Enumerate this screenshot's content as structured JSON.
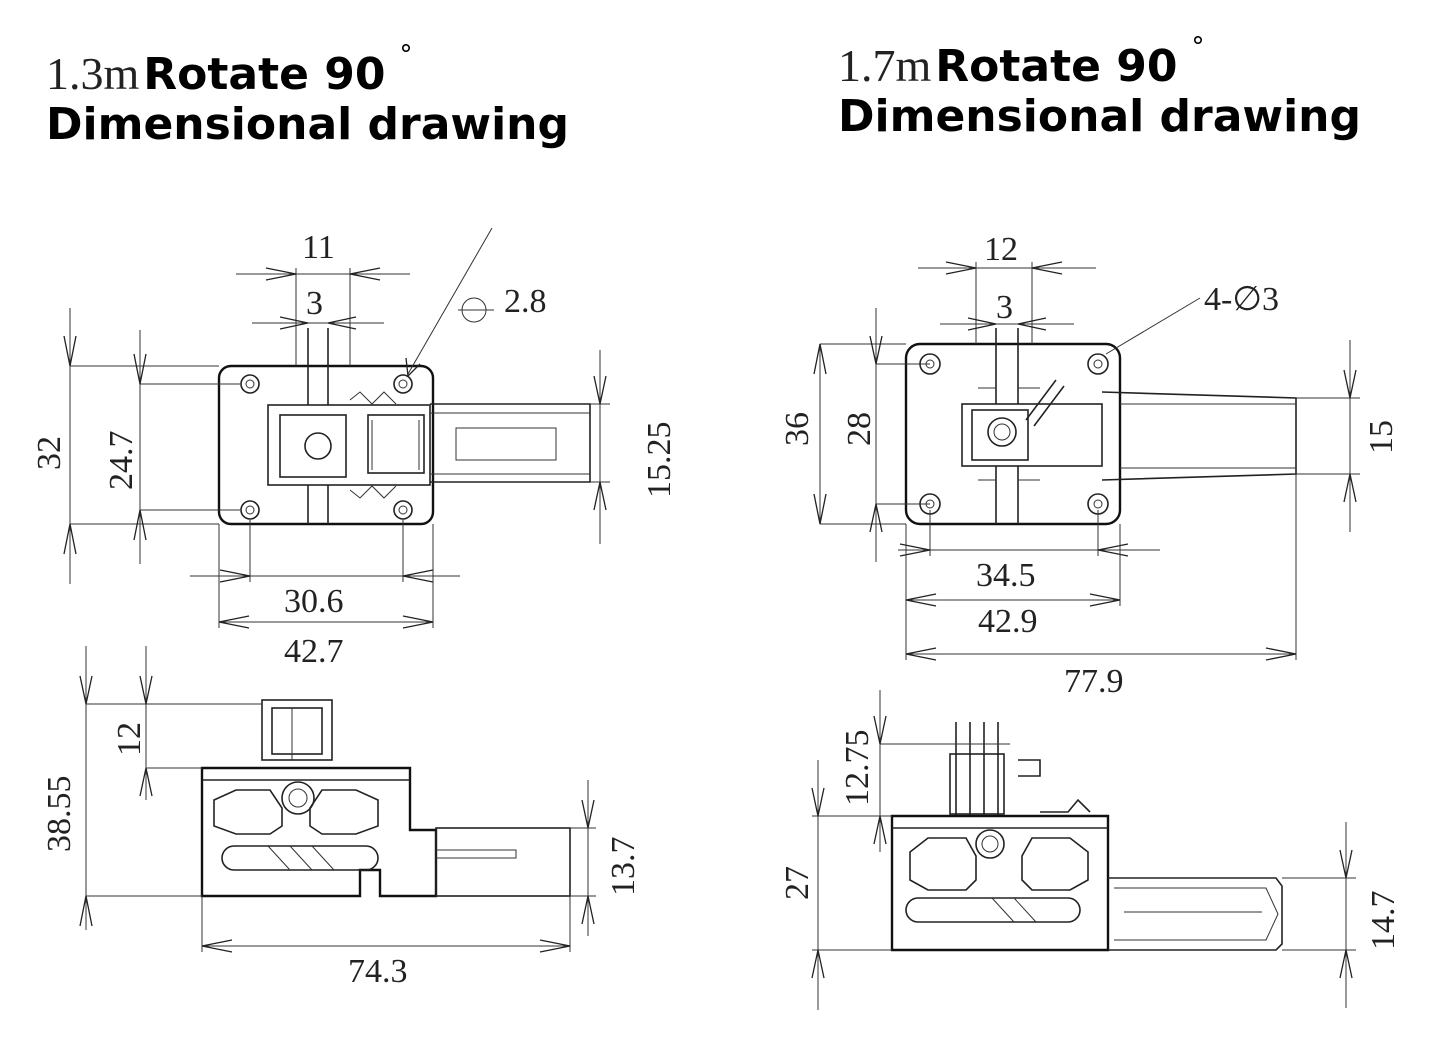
{
  "titles": {
    "left": {
      "size": "1.3m",
      "rotate": "Rotate 90",
      "degree": "°",
      "subtitle": "Dimensional drawing"
    },
    "right": {
      "size": "1.7m",
      "rotate": "Rotate 90",
      "degree": "°",
      "subtitle": "Dimensional drawing"
    }
  },
  "left_top": {
    "dim_11": "11",
    "dim_3": "3",
    "hole": "2.8",
    "dim_32": "32",
    "dim_24_7": "24.7",
    "dim_15_25": "15.25",
    "dim_30_6": "30.6",
    "dim_42_7": "42.7"
  },
  "left_bottom": {
    "dim_12": "12",
    "dim_38_55": "38.55",
    "dim_13_7": "13.7",
    "dim_74_3": "74.3"
  },
  "right_top": {
    "dim_12": "12",
    "dim_3": "3",
    "holes": "4-∅3",
    "dim_36": "36",
    "dim_28": "28",
    "dim_15": "15",
    "dim_34_5": "34.5",
    "dim_42_9": "42.9",
    "dim_77_9": "77.9"
  },
  "right_bottom": {
    "dim_12_75": "12.75",
    "dim_27": "27",
    "dim_14_7": "14.7"
  }
}
